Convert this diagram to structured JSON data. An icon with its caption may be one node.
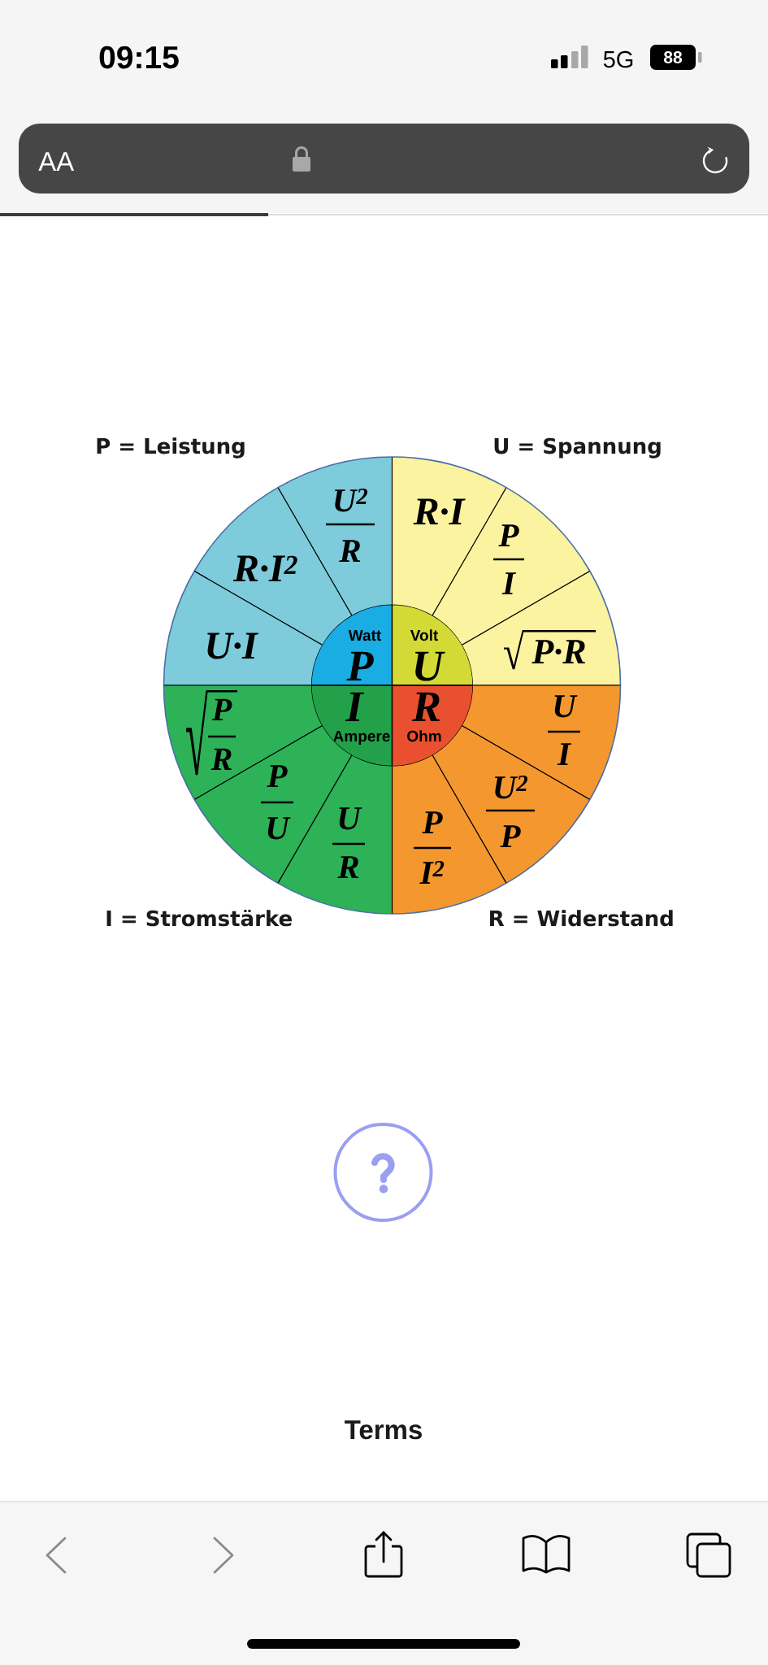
{
  "diagram": {
    "nodes": [
      {
        "text": [
          "Watt",
          "P"
        ]
      },
      {
        "text": [
          "Volt",
          "U"
        ]
      },
      {
        "text": [
          "I",
          "Ampere"
        ]
      },
      {
        "text": [
          "R",
          "Ohm"
        ]
      },
      {
        "text": [
          "U$^{2}$",
          "R"
        ]
      },
      {
        "text": [
          "R·I$^{2}$"
        ]
      },
      {
        "text": [
          "U·I"
        ]
      },
      {
        "text": [
          "R·I"
        ]
      },
      {
        "text": [
          "P",
          "I"
        ]
      },
      {
        "text": [
          "√",
          "P·R"
        ]
      },
      {
        "text": [
          "U",
          "I"
        ]
      },
      {
        "text": [
          "U$^{2}$",
          "P"
        ]
      },
      {
        "text": [
          "P",
          "I$^{2}$"
        ]
      },
      {
        "text": [
          "√",
          "P",
          "R"
        ]
      },
      {
        "text": [
          "P",
          "U"
        ]
      },
      {
        "text": [
          "U",
          "R"
        ]
      }
    ],
    "labels": [
      "09:15",
      "5G",
      "88",
      "AA",
      "P = Leistung",
      "U = Spannung",
      "I = Stromstärke",
      "R = Widerstand",
      "Terms"
    ]
  }
}
